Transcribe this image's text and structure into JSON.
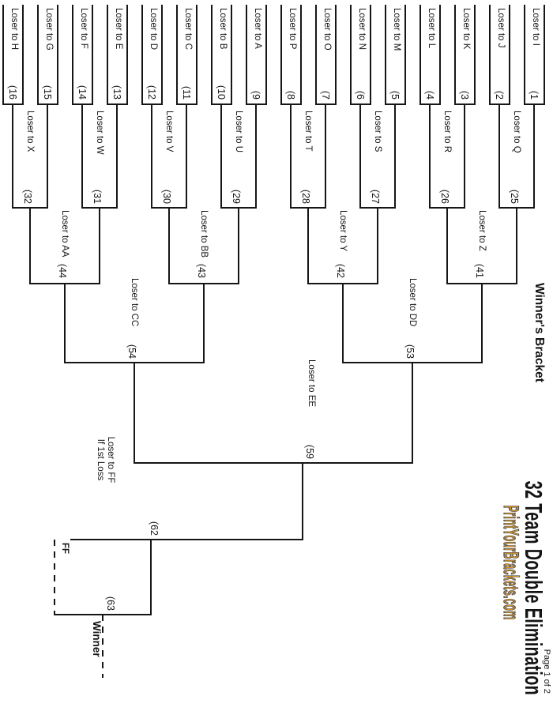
{
  "header": {
    "winners_bracket": "Winner's Bracket",
    "title": "32 Team Double Elimination",
    "page_label": "Page 1 of 2",
    "brand": "PrintYourBrackets.com",
    "brand_color": "#DB9A1E",
    "brand_outline_color": "#50505A",
    "line_color": "#161616"
  },
  "bracket": {
    "round1": [
      {
        "game": "(1",
        "loser_to": "Loser to I"
      },
      {
        "game": "(2",
        "loser_to": "Loser to J"
      },
      {
        "game": "(3",
        "loser_to": "Loser to K"
      },
      {
        "game": "(4",
        "loser_to": "Loser to L"
      },
      {
        "game": "(5",
        "loser_to": "Loser to M"
      },
      {
        "game": "(6",
        "loser_to": "Loser to N"
      },
      {
        "game": "(7",
        "loser_to": "Loser to O"
      },
      {
        "game": "(8",
        "loser_to": "Loser to P"
      },
      {
        "game": "(9",
        "loser_to": "Loser to A"
      },
      {
        "game": "(10",
        "loser_to": "Loser to B"
      },
      {
        "game": "(11",
        "loser_to": "Loser to C"
      },
      {
        "game": "(12",
        "loser_to": "Loser to D"
      },
      {
        "game": "(13",
        "loser_to": "Loser to E"
      },
      {
        "game": "(14",
        "loser_to": "Loser to F"
      },
      {
        "game": "(15",
        "loser_to": "Loser to G"
      },
      {
        "game": "(16",
        "loser_to": "Loser to H"
      }
    ],
    "round2": [
      {
        "game": "(25",
        "loser_to": "Loser to Q"
      },
      {
        "game": "(26",
        "loser_to": "Loser to R"
      },
      {
        "game": "(27",
        "loser_to": "Loser to S"
      },
      {
        "game": "(28",
        "loser_to": "Loser to T"
      },
      {
        "game": "(29",
        "loser_to": "Loser to U"
      },
      {
        "game": "(30",
        "loser_to": "Loser to V"
      },
      {
        "game": "(31",
        "loser_to": "Loser to W"
      },
      {
        "game": "(32",
        "loser_to": "Loser to X"
      }
    ],
    "round3": [
      {
        "game": "(41",
        "loser_to": "Loser to Z"
      },
      {
        "game": "(42",
        "loser_to": "Loser to Y"
      },
      {
        "game": "(43",
        "loser_to": "Loser to BB"
      },
      {
        "game": "(44",
        "loser_to": "Loser to AA"
      }
    ],
    "round4": [
      {
        "game": "(53",
        "loser_to": "Loser to DD"
      },
      {
        "game": "(54",
        "loser_to": "Loser to CC"
      }
    ],
    "round5": {
      "game": "(59",
      "loser_to": "Loser to EE"
    },
    "final_note": {
      "line1": "Loser to FF",
      "line2": "If 1st Loss"
    },
    "championship": {
      "game62": "(62",
      "ff_label": "FF",
      "game63": "(63",
      "winner_label": "Winner"
    }
  }
}
